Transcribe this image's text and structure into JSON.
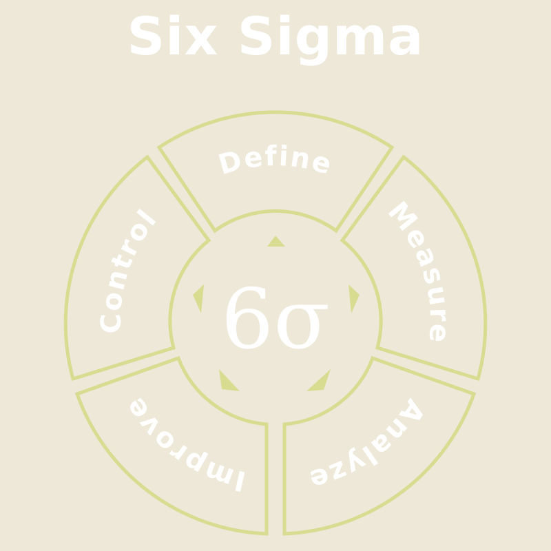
{
  "title": "Six Sigma",
  "center_symbol": "6σ",
  "colors": {
    "background": "#ede8d8",
    "stroke": "#d8dc90",
    "text": "#ffffff"
  },
  "segments": [
    {
      "label": "Define"
    },
    {
      "label": "Measure"
    },
    {
      "label": "Analyze"
    },
    {
      "label": "Improve"
    },
    {
      "label": "Control"
    }
  ]
}
